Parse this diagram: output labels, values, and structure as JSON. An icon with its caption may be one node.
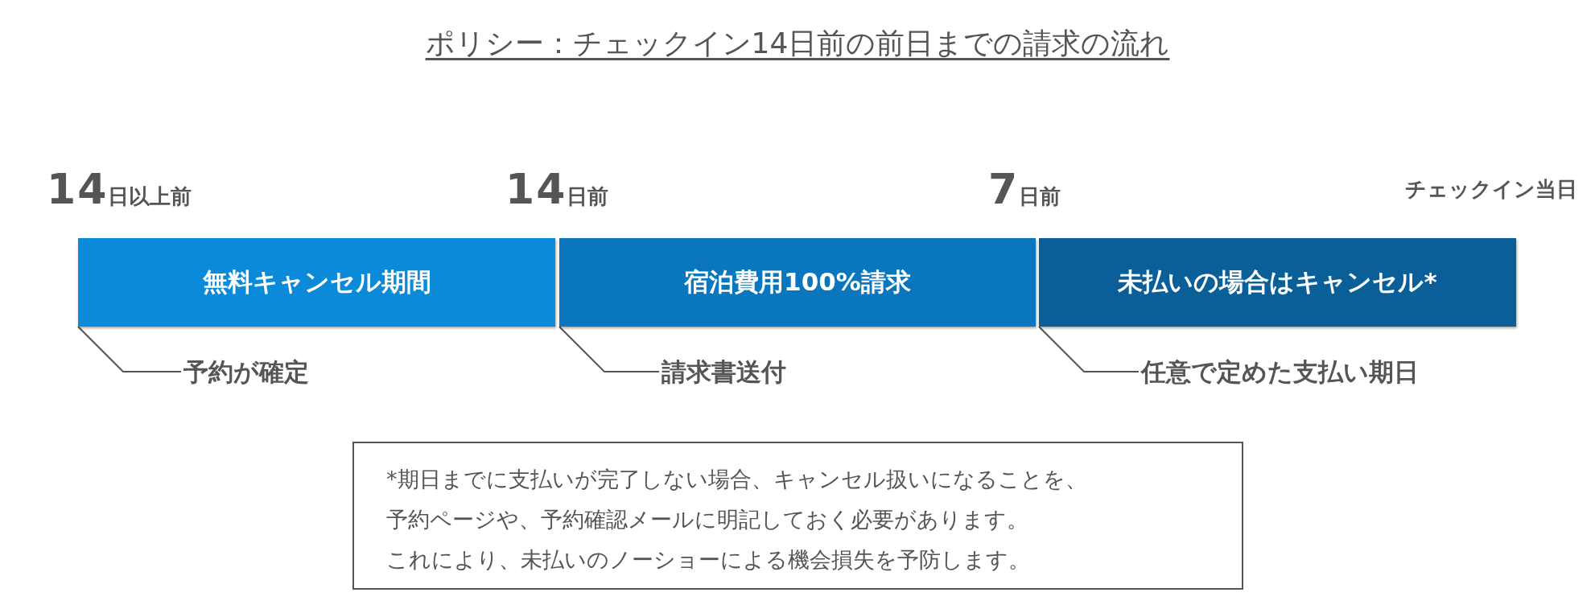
{
  "diagram": {
    "title": "ポリシー：チェックイン14日前の前日までの請求の流れ",
    "nodes": [
      {
        "text": [
          "無料キャンセル期間"
        ]
      },
      {
        "text": [
          "宿泊費用100%請求"
        ]
      },
      {
        "text": [
          "未払いの場合はキャンセル*"
        ]
      },
      {
        "text": [
          "予約が確定"
        ]
      },
      {
        "text": [
          "請求書送付"
        ]
      },
      {
        "text": [
          "任意で定めた支払い期日"
        ]
      },
      {
        "text": [
          "*期日までに支払いが完了しない場合、キャンセル扱いになることを、",
          "予約ページや、予約確認メールに明記しておく必要があります。",
          "これにより、未払いのノーショーによる機会損失を予防します。"
        ]
      }
    ],
    "edges": [
      {
        "from": 3,
        "to": 0,
        "arrow": "none"
      },
      {
        "from": 4,
        "to": 1,
        "arrow": "none"
      },
      {
        "from": 5,
        "to": 2,
        "arrow": "none"
      }
    ],
    "labels": [
      "14日以上前",
      "14日前",
      "7日前",
      "チェックイン当日"
    ]
  }
}
